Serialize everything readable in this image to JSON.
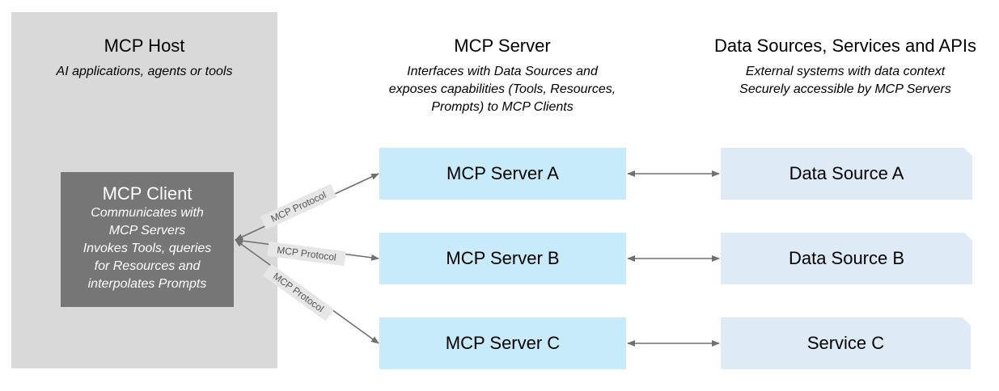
{
  "host": {
    "title": "MCP Host",
    "description": "AI applications, agents or tools"
  },
  "client": {
    "title": "MCP Client",
    "description_lines": [
      "Communicates with",
      "MCP Servers",
      "Invokes Tools, queries",
      "for Resources and",
      "interpolates Prompts"
    ]
  },
  "server_column": {
    "title": "MCP Server",
    "description_lines": [
      "Interfaces with Data Sources and",
      "exposes capabilities (Tools, Resources,",
      "Prompts) to MCP Clients"
    ]
  },
  "data_column": {
    "title": "Data Sources, Services and APIs",
    "description_lines": [
      "External systems with data context",
      "Securely accessible by MCP Servers"
    ]
  },
  "servers": [
    {
      "label": "MCP Server A"
    },
    {
      "label": "MCP Server B"
    },
    {
      "label": "MCP Server C"
    }
  ],
  "data_sources": [
    {
      "label": "Data Source A"
    },
    {
      "label": "Data Source B"
    },
    {
      "label": "Service C"
    }
  ],
  "protocol_label": "MCP Protocol",
  "colors": {
    "host_bg": "#d9d9d9",
    "client_bg": "#767676",
    "server_bg": "#c7ebfa",
    "data_source_bg": "#deebf6",
    "arrow": "#707070"
  }
}
